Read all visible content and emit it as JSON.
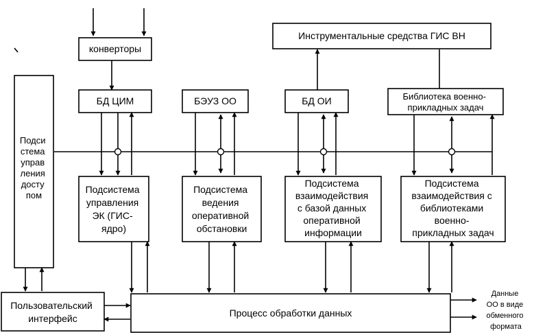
{
  "blocks": {
    "converters": "конверторы",
    "tools": "Инструментальные средства ГИС ВН",
    "db_cim": "БД ЦИМ",
    "beuz": "БЭУЗ ОО",
    "db_oi": "БД ОИ",
    "library": [
      "Библиотека военно-",
      "прикладных задач"
    ],
    "access": [
      "Подси",
      "стема",
      "управ",
      "ления",
      "досту",
      "пом"
    ],
    "ek": [
      "Подсистема",
      "управления",
      "ЭК (ГИС-",
      "ядро)"
    ],
    "situation": [
      "Подсистема",
      "ведения",
      "оперативной",
      "обстановки"
    ],
    "db_interaction": [
      "Подсистема",
      "взаимодействия",
      "с базой данных",
      "оперативной",
      "информации"
    ],
    "lib_interaction": [
      "Подсистема",
      "взаимодействия с",
      "библиотеками",
      "военно-",
      "прикладных задач"
    ],
    "ui": [
      "Пользовательский",
      "интерфейс"
    ],
    "process": "Процесс обработки данных",
    "output": [
      "Данные",
      "ОО в виде",
      "обменного",
      "формата"
    ]
  }
}
